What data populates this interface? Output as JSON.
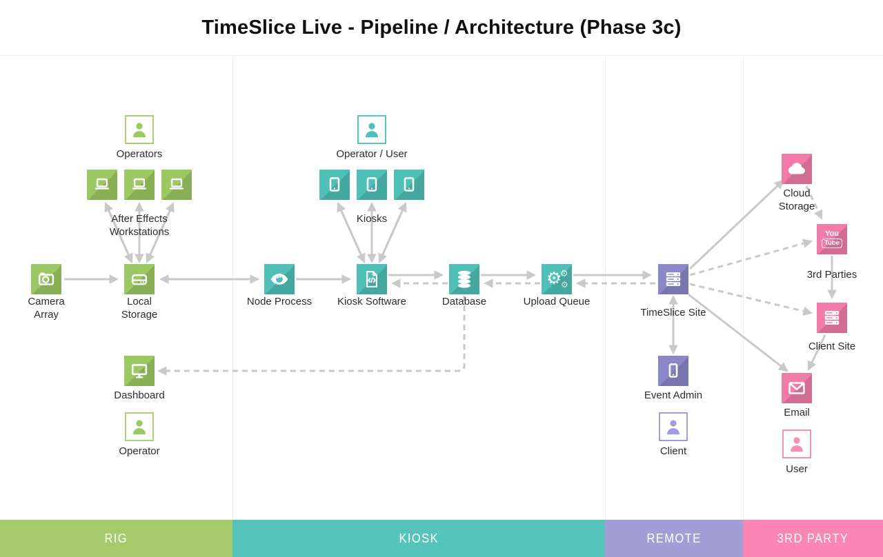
{
  "title": "TimeSlice Live - Pipeline / Architecture (Phase 3c)",
  "sections": [
    {
      "id": "rig",
      "label": "RIG",
      "color": "#a6cb6c"
    },
    {
      "id": "kiosk",
      "label": "KIOSK",
      "color": "#57c4bc"
    },
    {
      "id": "remote",
      "label": "REMOTE",
      "color": "#a29fd6"
    },
    {
      "id": "third_party",
      "label": "3RD PARTY",
      "color": "#fb86b4"
    }
  ],
  "palette": {
    "rig_tile": "#9cc863",
    "kiosk_tile": "#4ec0b8",
    "remote_tile": "#8b87c8",
    "third_party_tile": "#f27ca9",
    "connector": "#c9c9c9"
  },
  "nodes": {
    "operators": {
      "label": "Operators",
      "icon": "person-icon"
    },
    "after_effects_workstations": {
      "label": "After Effects\nWorkstations",
      "icon": "laptop-icon"
    },
    "camera_array": {
      "label": "Camera\nArray",
      "icon": "camera-icon"
    },
    "local_storage": {
      "label": "Local\nStorage",
      "icon": "storage-drive-icon"
    },
    "dashboard": {
      "label": "Dashboard",
      "icon": "monitor-icon"
    },
    "operator": {
      "label": "Operator",
      "icon": "person-icon"
    },
    "operator_user": {
      "label": "Operator / User",
      "icon": "person-icon"
    },
    "kiosks": {
      "label": "Kiosks",
      "icon": "tablet-icon"
    },
    "node_process": {
      "label": "Node Process",
      "icon": "eye-icon"
    },
    "kiosk_software": {
      "label": "Kiosk Software",
      "icon": "code-document-icon"
    },
    "database": {
      "label": "Database",
      "icon": "database-icon"
    },
    "upload_queue": {
      "label": "Upload Queue",
      "icon": "gears-icon"
    },
    "timeslice_site": {
      "label": "TimeSlice Site",
      "icon": "server-icon"
    },
    "event_admin": {
      "label": "Event Admin",
      "icon": "phone-icon"
    },
    "client": {
      "label": "Client",
      "icon": "person-icon"
    },
    "cloud_storage": {
      "label": "Cloud\nStorage",
      "icon": "cloud-icon"
    },
    "youtube": {
      "you": "You",
      "tube": "Tube",
      "icon": "youtube-icon"
    },
    "third_parties": {
      "label": "3rd Parties"
    },
    "client_site": {
      "label": "Client Site",
      "icon": "server-icon"
    },
    "email": {
      "label": "Email",
      "icon": "envelope-icon"
    },
    "user": {
      "label": "User",
      "icon": "person-icon"
    }
  },
  "gear_glyph": "⚙"
}
